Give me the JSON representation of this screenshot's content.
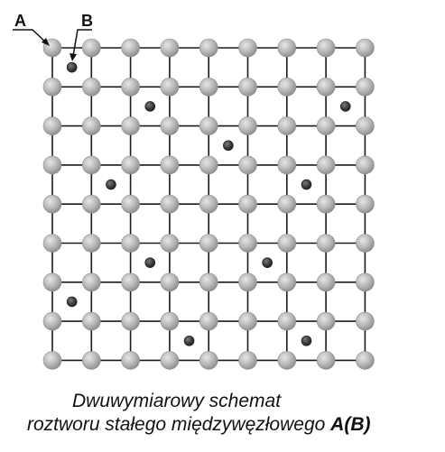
{
  "labels": {
    "a": "A",
    "b": "B"
  },
  "caption": {
    "line1": "Dwuwymiarowy schemat",
    "line2_prefix": "roztworu stałego międzywęzłowego ",
    "line2_formula_a": "A",
    "line2_formula_open": "(",
    "line2_formula_b": "B",
    "line2_formula_close": ")"
  },
  "lattice": {
    "rows": 9,
    "cols": 9,
    "host_atom_color": "#b5b5b5",
    "interstitial_atom_color": "#3c3c3c",
    "bond_color": "#1a1a1a",
    "interstitial_sites": [
      [
        0,
        0
      ],
      [
        1,
        2
      ],
      [
        1,
        7
      ],
      [
        2,
        4
      ],
      [
        3,
        1
      ],
      [
        3,
        6
      ],
      [
        5,
        2
      ],
      [
        5,
        5
      ],
      [
        6,
        0
      ],
      [
        7,
        3
      ],
      [
        7,
        6
      ]
    ]
  }
}
